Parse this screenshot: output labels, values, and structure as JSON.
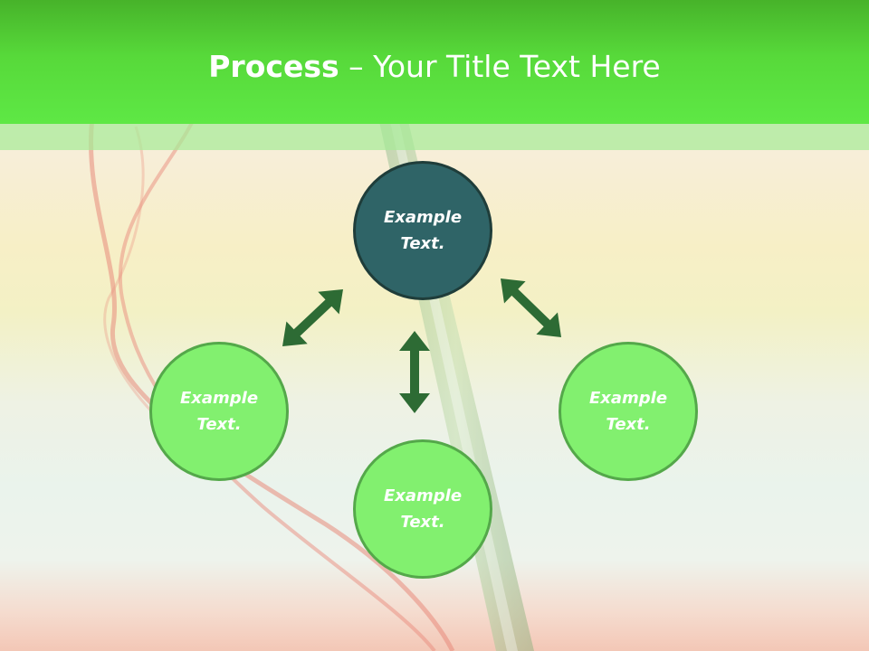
{
  "slide": {
    "title_bold": "Process",
    "title_rest": " – Your Title Text Here"
  },
  "colors": {
    "header_green": "#57d93a",
    "node_dark": "#2f6467",
    "node_dark_border": "#1f3d3a",
    "node_light": "#82f06f",
    "node_light_border": "#54a84a",
    "arrow": "#2d6b34"
  },
  "diagram": {
    "nodes": [
      {
        "label": "Example Text.",
        "style": "dark"
      },
      {
        "label": "Example Text.",
        "style": "light"
      },
      {
        "label": "Example Text.",
        "style": "light"
      },
      {
        "label": "Example Text.",
        "style": "light"
      }
    ],
    "connectors": [
      {
        "from": 0,
        "to": 1,
        "type": "double-arrow"
      },
      {
        "from": 0,
        "to": 2,
        "type": "double-arrow"
      },
      {
        "from": 0,
        "to": 3,
        "type": "double-arrow"
      }
    ]
  }
}
